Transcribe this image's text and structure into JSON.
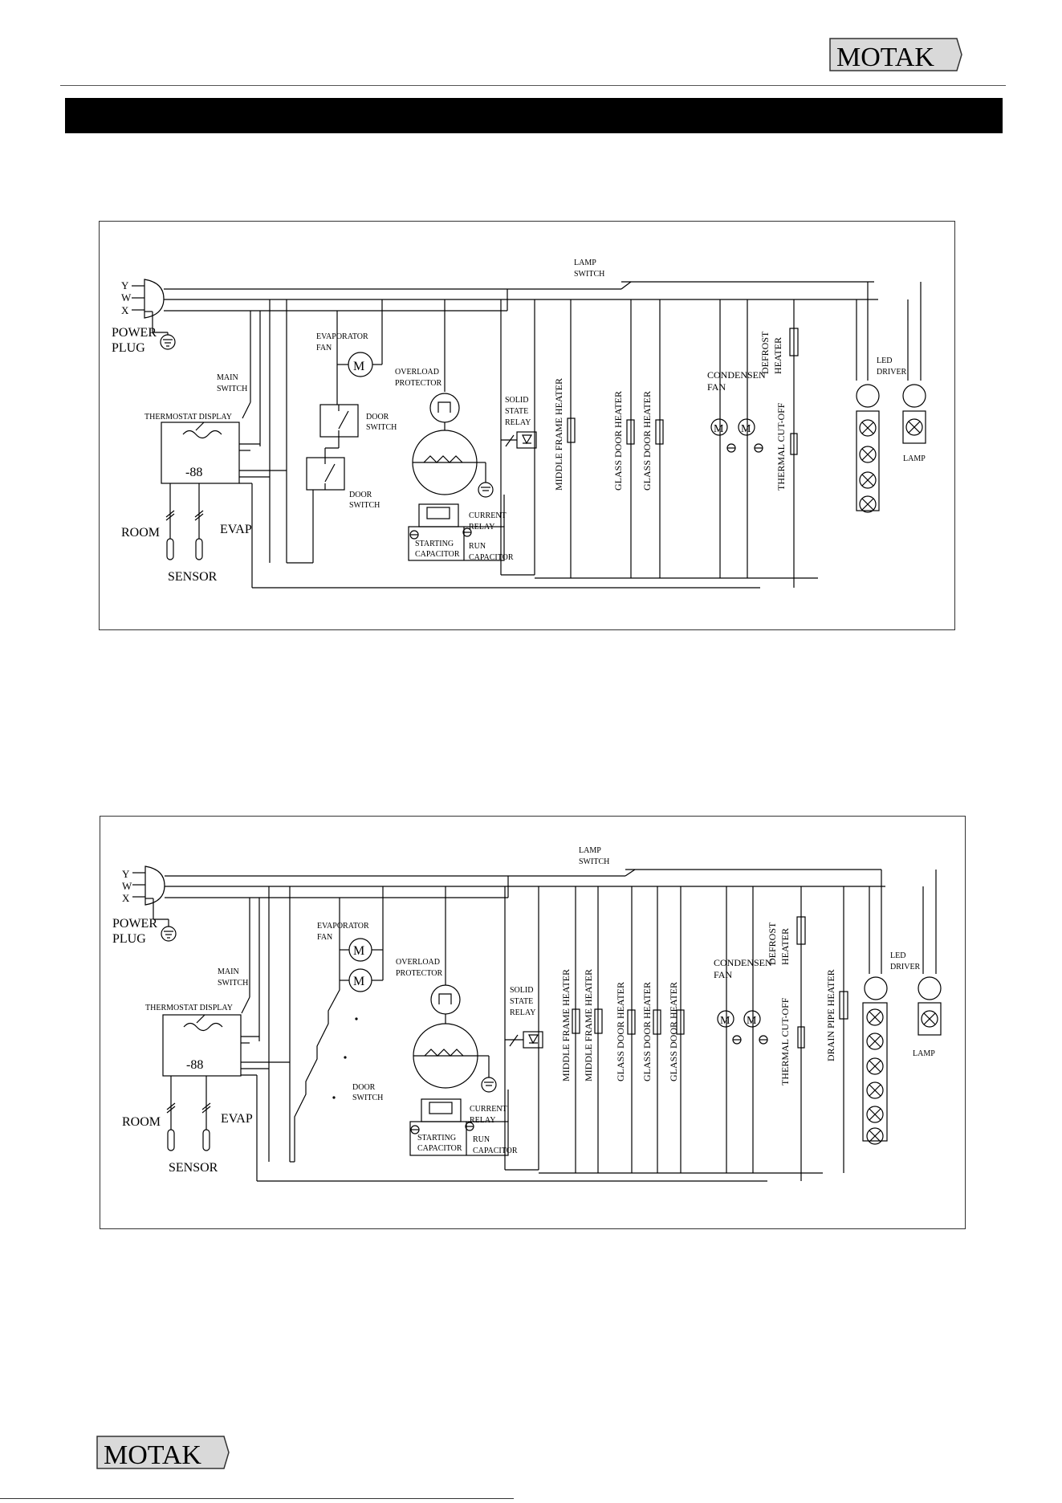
{
  "brand": {
    "logo_text": "MOTAK",
    "color": "#d9d9d9",
    "accent": "#1e8fd5"
  },
  "diagram_1": {
    "labels": {
      "y": "Y",
      "w": "W",
      "x": "X",
      "power": "POWER",
      "plug": "PLUG",
      "main": "MAIN",
      "switch": "SWITCH",
      "thermostat": "THERMOSTAT DISPLAY",
      "display": "-88",
      "room": "ROOM",
      "evap": "EVAP",
      "sensor": "SENSOR",
      "evap_fan_1": "EVAPORATOR",
      "evap_fan_2": "FAN",
      "door_switch_1a": "DOOR",
      "door_switch_1b": "SWITCH",
      "door_switch_2a": "DOOR",
      "door_switch_2b": "SWITCH",
      "overload_1": "OVERLOAD",
      "overload_2": "PROTECTOR",
      "current_1": "CURRENT",
      "current_2": "RELAY",
      "starting_1": "STARTING",
      "starting_2": "CAPACITOR",
      "run_1": "RUN",
      "run_2": "CAPACITOR",
      "ssr_1": "SOLID",
      "ssr_2": "STATE",
      "ssr_3": "RELAY",
      "lamp_switch_1": "LAMP",
      "lamp_switch_2": "SWITCH",
      "middle_frame": "MIDDLE FRAME HEATER",
      "glass_door_1": "GLASS DOOR HEATER",
      "glass_door_2": "GLASS DOOR HEATER",
      "condensen_1": "CONDENSEN",
      "condensen_2": "FAN",
      "defrost_1": "DEFROST",
      "defrost_2": "HEATER",
      "thermal": "THERMAL CUT-OFF",
      "led_1": "LED",
      "led_2": "DRIVER",
      "lamp": "LAMP",
      "motor": "M"
    }
  },
  "diagram_2": {
    "labels": {
      "y": "Y",
      "w": "W",
      "x": "X",
      "power": "POWER",
      "plug": "PLUG",
      "main": "MAIN",
      "switch": "SWITCH",
      "thermostat": "THERMOSTAT DISPLAY",
      "display": "-88",
      "room": "ROOM",
      "evap": "EVAP",
      "sensor": "SENSOR",
      "evap_fan_1": "EVAPORATOR",
      "evap_fan_2": "FAN",
      "door_switch_1": "DOOR",
      "door_switch_2": "SWITCH",
      "overload_1": "OVERLOAD",
      "overload_2": "PROTECTOR",
      "current_1": "CURRENT",
      "current_2": "RELAY",
      "starting_1": "STARTING",
      "starting_2": "CAPACITOR",
      "run_1": "RUN",
      "run_2": "CAPACITOR",
      "ssr_1": "SOLID",
      "ssr_2": "STATE",
      "ssr_3": "RELAY",
      "lamp_switch_1": "LAMP",
      "lamp_switch_2": "SWITCH",
      "middle_frame_1": "MIDDLE FRAME HEATER",
      "middle_frame_2": "MIDDLE FRAME HEATER",
      "glass_door_1": "GLASS DOOR HEATER",
      "glass_door_2": "GLASS DOOR HEATER",
      "glass_door_3": "GLASS DOOR HEATER",
      "condensen_1": "CONDENSEN",
      "condensen_2": "FAN",
      "defrost_1": "DEFROST",
      "defrost_2": "HEATER",
      "thermal": "THERMAL CUT-OFF",
      "drain": "DRAIN PIPE HEATER",
      "led_1": "LED",
      "led_2": "DRIVER",
      "lamp": "LAMP",
      "motor": "M"
    }
  }
}
